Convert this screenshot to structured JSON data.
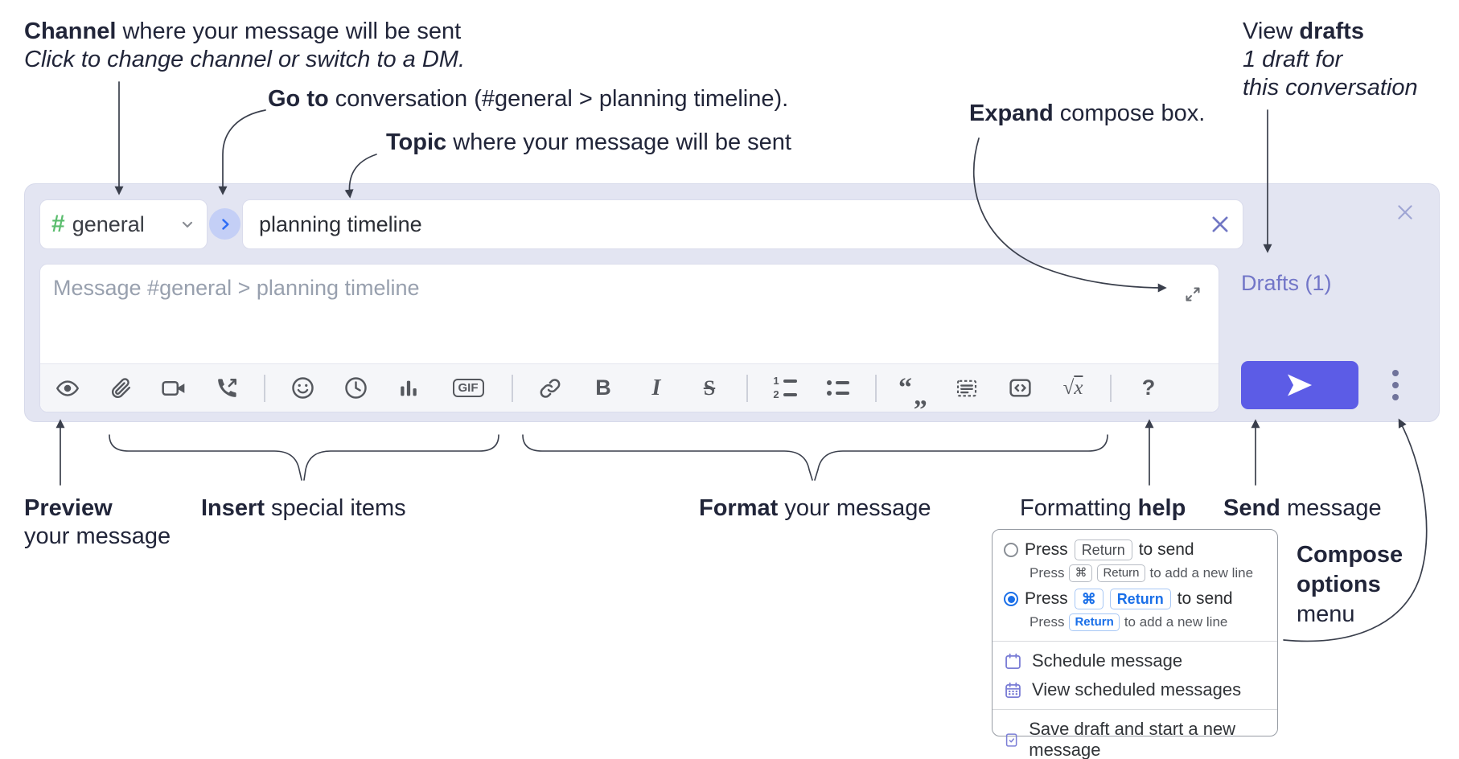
{
  "annotations": {
    "channel": {
      "bold": "Channel",
      "rest": " where your message will be sent",
      "sub": "Click to change channel or switch to a DM."
    },
    "goto": {
      "bold": "Go to",
      "rest": " conversation (#general > planning timeline)."
    },
    "topic": {
      "bold": "Topic",
      "rest": " where your message will be sent"
    },
    "view_drafts": {
      "pre": "View ",
      "bold": "drafts",
      "line2": "1 draft for",
      "line3": "this conversation"
    },
    "expand": {
      "bold": "Expand",
      "rest": " compose box."
    },
    "preview": {
      "bold": "Preview",
      "line2": "your message"
    },
    "insert": {
      "bold": "Insert",
      "rest": " special items"
    },
    "format": {
      "bold": "Format",
      "rest": " your message"
    },
    "formatting_help": {
      "pre": "Formatting ",
      "bold": "help"
    },
    "send": {
      "bold": "Send",
      "rest": " message"
    },
    "compose_options": {
      "line1": "Compose",
      "line2": "options",
      "line3": "menu"
    }
  },
  "compose": {
    "channel_hash": "#",
    "channel_label": "general",
    "topic_value": "planning timeline",
    "message_placeholder": "Message #general > planning timeline",
    "drafts_label": "Drafts (1)",
    "toolbar": {
      "gif_label": "GIF",
      "bold_glyph": "B",
      "italic_glyph": "I",
      "strike_glyph": "S",
      "quote_open": "“",
      "quote_close": "„",
      "sqrt_glyph": "√",
      "math_x": "x",
      "help_glyph": "?",
      "icons": [
        "preview-eye",
        "attach-paperclip",
        "video-call",
        "voice-call",
        "emoji",
        "global-time",
        "poll",
        "gif",
        "link",
        "bold",
        "italic",
        "strikethrough",
        "numbered-list",
        "bulleted-list",
        "quote",
        "spoiler",
        "code",
        "math",
        "help"
      ]
    },
    "colors": {
      "compose_bg": "#e3e5f2",
      "send_accent": "#5c5ce6",
      "hash_green": "#5bbd6e",
      "link_purple": "#7276c8",
      "goto_blue": "#2e6cf6"
    }
  },
  "popup": {
    "option1": {
      "press": "Press",
      "key": "Return",
      "suffix": "to send",
      "sub_press": "Press",
      "sub_keys": [
        "⌘",
        "Return"
      ],
      "sub_suffix": "to add a new line"
    },
    "option2": {
      "press": "Press",
      "keys": [
        "⌘",
        "Return"
      ],
      "suffix": "to send",
      "sub_press": "Press",
      "sub_key": "Return",
      "sub_suffix": "to add a new line"
    },
    "menu_items": [
      "Schedule message",
      "View scheduled messages",
      "Save draft and start a new message"
    ]
  }
}
